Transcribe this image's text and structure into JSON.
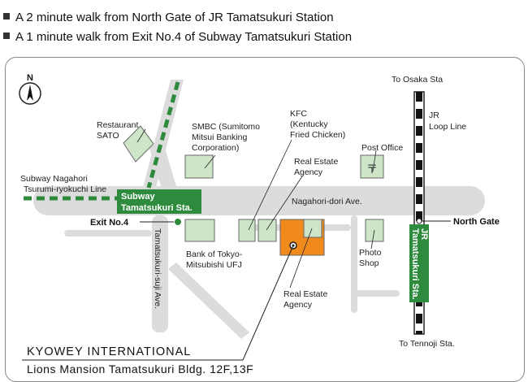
{
  "access": [
    "A 2 minute walk from North Gate of JR Tamatsukuri Station",
    "A 1 minute walk from Exit No.4 of Subway Tamatsukuri Station"
  ],
  "compass": "N",
  "stations": {
    "subway_sign": [
      "Subway",
      "Tamatsukuri Sta."
    ],
    "jr_sign": [
      "JR",
      "Tamatsukuri Sta."
    ],
    "exit": "Exit No.4",
    "north_gate": "North Gate",
    "subway_line": [
      "Subway Nagahori",
      "Tsurumi-ryokuchi Line"
    ],
    "jr_line": [
      "JR",
      "Loop Line"
    ],
    "to_osaka": "To Osaka Sta",
    "to_tennoji": "To Tennoji Sta."
  },
  "roads": {
    "nagahori": "Nagahori-dori Ave.",
    "tamatsukuri_suji": "Tamatsukuri-suji Ave."
  },
  "landmarks": {
    "restaurant": [
      "Restaurant",
      "SATO"
    ],
    "smbc": [
      "SMBC (Sumitomo",
      "Mitsui Banking",
      "Corporation)"
    ],
    "kfc": [
      "KFC",
      "(Kentucky",
      "Fried Chicken)"
    ],
    "real_estate_1": [
      "Real Estate",
      "Agency"
    ],
    "post_office": "Post Office",
    "post_mark": "〒",
    "bank": [
      "Bank of Tokyo-",
      "Mitsubishi UFJ"
    ],
    "photo_shop": [
      "Photo",
      "Shop"
    ],
    "real_estate_2": [
      "Real Estate",
      "Agency"
    ]
  },
  "company": {
    "name": "KYOWEY INTERNATIONAL",
    "address": "Lions Mansion Tamatsukuri Bldg. 12F,13F"
  },
  "colors": {
    "road": "#dcdcdc",
    "building": "#cfe5c8",
    "building_border": "#666666",
    "station_green": "#2e8b3e",
    "target_orange": "#f08a1c"
  }
}
